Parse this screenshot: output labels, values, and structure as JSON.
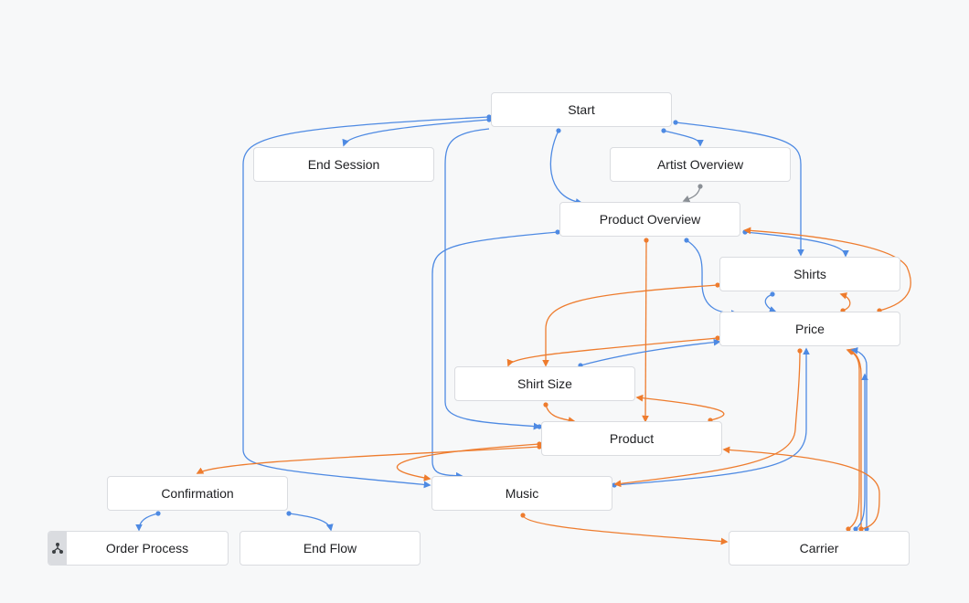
{
  "colors": {
    "blue": "#4e8ae3",
    "orange": "#ee7c2e",
    "gray": "#8a8f95",
    "node_border": "#dadce0",
    "background": "#f7f8f9"
  },
  "nodes": {
    "start": {
      "label": "Start"
    },
    "end_session": {
      "label": "End Session"
    },
    "artist_overview": {
      "label": "Artist Overview"
    },
    "product_overview": {
      "label": "Product Overview"
    },
    "shirts": {
      "label": "Shirts"
    },
    "price": {
      "label": "Price"
    },
    "shirt_size": {
      "label": "Shirt Size"
    },
    "product": {
      "label": "Product"
    },
    "confirmation": {
      "label": "Confirmation"
    },
    "music": {
      "label": "Music"
    },
    "order_process": {
      "label": "Order Process",
      "icon": "flow-fork-icon"
    },
    "end_flow": {
      "label": "End Flow"
    },
    "carrier": {
      "label": "Carrier"
    }
  }
}
